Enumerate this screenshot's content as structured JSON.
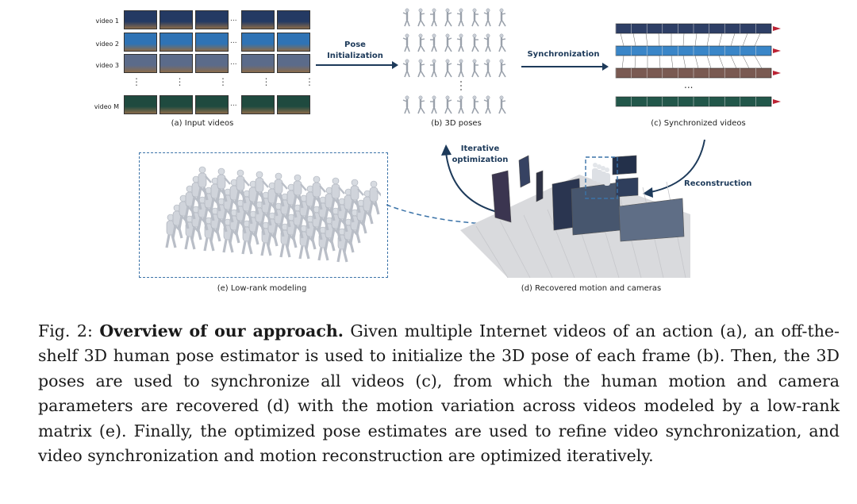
{
  "figure": {
    "rows": [
      {
        "label": "video 1",
        "color": "#243a63"
      },
      {
        "label": "video 2",
        "color": "#2f73b5"
      },
      {
        "label": "video 3",
        "color": "#5b6b8a"
      },
      {
        "label": "video M",
        "color": "#1f4a3f"
      }
    ],
    "ellipsis": "...",
    "vertical_dots": "⋮",
    "arrow_pose": "Pose\nInitialization",
    "arrow_sync": "Synchronization",
    "arrow_iter": "Iterative\noptimization",
    "arrow_recon": "Reconstruction",
    "sub_a": "(a) Input videos",
    "sub_b": "(b) 3D poses",
    "sub_c": "(c) Synchronized videos",
    "sub_d": "(d) Recovered motion and cameras",
    "sub_e": "(e) Low-rank modeling",
    "colors": {
      "accent": "#1d3a5a",
      "dash": "#3b73a8",
      "figure_fill": "#c9ced6",
      "floor": "#d9dadd"
    }
  },
  "caption": {
    "label": "Fig. 2:",
    "bold": "Overview of our approach.",
    "body": "Given multiple Internet videos of an action (a), an off-the-shelf 3D human pose estimator is used to initialize the 3D pose of each frame (b). Then, the 3D poses are used to synchronize all videos (c), from which the human motion and camera parameters are recovered (d) with the motion variation across videos modeled by a low-rank matrix (e). Finally, the optimized pose estimates are used to refine video synchronization, and video synchronization and motion reconstruction are optimized iteratively."
  }
}
